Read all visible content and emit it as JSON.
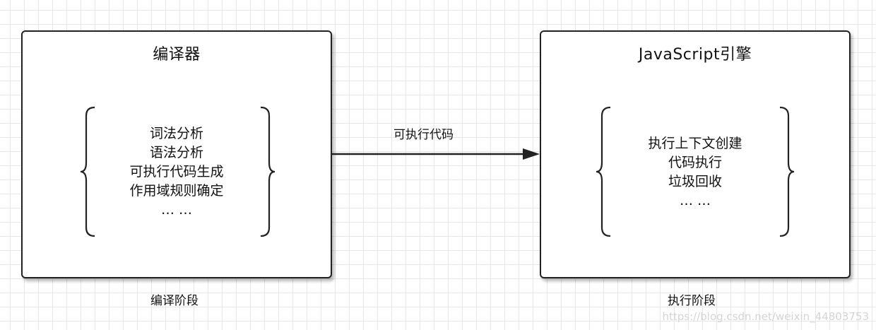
{
  "compiler": {
    "title": "编译器",
    "items": [
      "词法分析",
      "语法分析",
      "可执行代码生成",
      "作用域规则确定",
      "… …"
    ],
    "stage_label": "编译阶段"
  },
  "engine": {
    "title": "JavaScript引擎",
    "items": [
      "执行上下文创建",
      "代码执行",
      "垃圾回收",
      "… …"
    ],
    "stage_label": "执行阶段"
  },
  "arrow": {
    "label": "可执行代码"
  },
  "watermark": "https://blog.csdn.net/weixin_44803753"
}
